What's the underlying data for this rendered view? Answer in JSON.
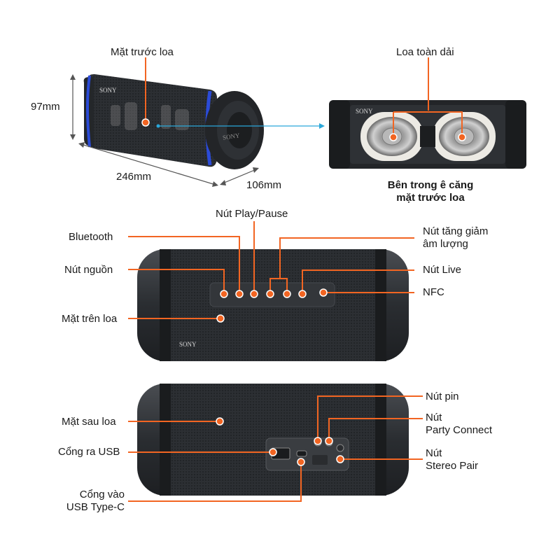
{
  "colors": {
    "accent": "#f26522",
    "speaker_body": "#2a2d31",
    "ring_blue": "#2b4bd8",
    "brand_text": "#d8d8d8"
  },
  "brand": "SONY",
  "top_left": {
    "label_front": "Mặt trước loa",
    "height": "97mm",
    "length": "246mm",
    "depth": "106mm"
  },
  "top_right": {
    "label_fullrange": "Loa toàn dải",
    "caption_line1": "Bên trong ê căng",
    "caption_line2": "mặt trước loa"
  },
  "top_view": {
    "play_pause": "Nút Play/Pause",
    "bluetooth": "Bluetooth",
    "power": "Nút nguồn",
    "volume_line1": "Nút tăng giảm",
    "volume_line2": "âm lượng",
    "live": "Nút Live",
    "nfc": "NFC",
    "top_surface": "Mặt trên loa"
  },
  "back_view": {
    "back_surface": "Mặt sau loa",
    "usb_out": "Cổng ra USB",
    "usb_c_line1": "Cổng vào",
    "usb_c_line2": "USB Type-C",
    "battery": "Nút pin",
    "party_line1": "Nút",
    "party_line2": "Party Connect",
    "stereo_line1": "Nút",
    "stereo_line2": "Stereo Pair"
  }
}
